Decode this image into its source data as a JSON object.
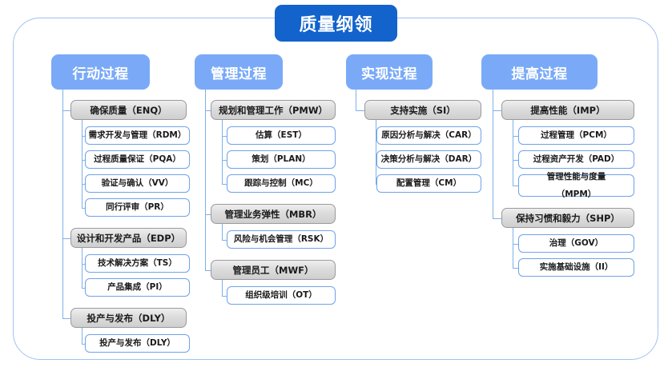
{
  "diagram": {
    "title": "质量纲领",
    "title_color": "#1263cc",
    "header_color": "#7aaaf7",
    "group_fill": "#d9d9d9",
    "leaf_border": "#6fa3e8",
    "frame_color": "#9fc2ef",
    "columns": [
      {
        "header": "行动过程",
        "groups": [
          {
            "label": "确保质量（ENQ）",
            "children": [
              "需求开发与管理（RDM）",
              "过程质量保证（PQA）",
              "验证与确认（VV）",
              "同行评审（PR）"
            ]
          },
          {
            "label": "设计和开发产品（EDP）",
            "children": [
              "技术解决方案（TS）",
              "产品集成（PI）"
            ]
          },
          {
            "label": "投产与发布（DLY）",
            "children": [
              "投产与发布（DLY）"
            ]
          }
        ]
      },
      {
        "header": "管理过程",
        "groups": [
          {
            "label": "规划和管理工作（PMW）",
            "children": [
              "估算（EST）",
              "策划（PLAN）",
              "跟踪与控制（MC）"
            ]
          },
          {
            "label": "管理业务弹性（MBR）",
            "children": [
              "风险与机会管理（RSK）"
            ]
          },
          {
            "label": "管理员工（MWF）",
            "children": [
              "组织级培训（OT）"
            ]
          }
        ]
      },
      {
        "header": "实现过程",
        "groups": [
          {
            "label": "支持实施（SI）",
            "children": [
              "原因分析与解决（CAR）",
              "决策分析与解决（DAR）",
              "配置管理（CM）"
            ]
          }
        ]
      },
      {
        "header": "提高过程",
        "groups": [
          {
            "label": "提高性能（IMP）",
            "children": [
              "过程管理（PCM）",
              "过程资产开发（PAD）",
              "管理性能与度量\n（MPM）"
            ]
          },
          {
            "label": "保持习惯和毅力（SHP）",
            "children": [
              "治理（GOV）",
              "实施基础设施（II）"
            ]
          }
        ]
      }
    ]
  }
}
